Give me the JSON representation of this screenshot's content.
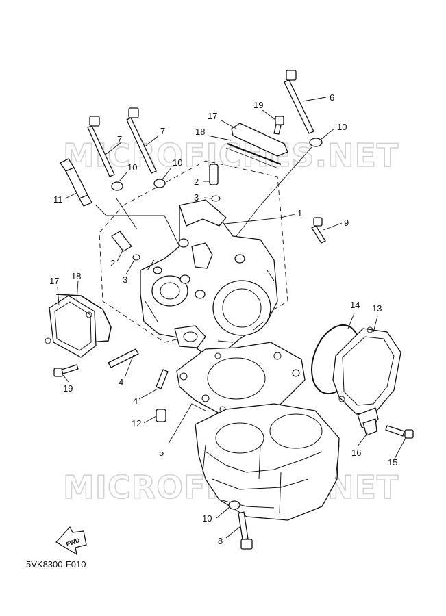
{
  "watermark": "MICROFICHES.NET",
  "diagram_code": "5VK8300-F010",
  "fwd_label": "FWD",
  "callouts": {
    "c1": "1",
    "c2a": "2",
    "c2b": "2",
    "c3a": "3",
    "c3b": "3",
    "c4a": "4",
    "c4b": "4",
    "c5": "5",
    "c6": "6",
    "c7a": "7",
    "c7b": "7",
    "c8": "8",
    "c9": "9",
    "c10a": "10",
    "c10b": "10",
    "c10c": "10",
    "c10d": "10",
    "c11": "11",
    "c12": "12",
    "c13": "13",
    "c14": "14",
    "c15": "15",
    "c16": "16",
    "c17a": "17",
    "c17b": "17",
    "c18a": "18",
    "c18b": "18",
    "c19a": "19",
    "c19b": "19"
  }
}
